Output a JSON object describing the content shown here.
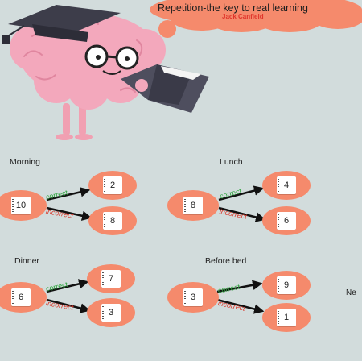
{
  "quote": {
    "text": "Repetition-the key to real  learning",
    "author": "Jack Canfield"
  },
  "colors": {
    "background": "#d2dcdc",
    "node": "#f58a6c",
    "correct": "#2aa33a",
    "incorrect": "#d8392c"
  },
  "edge_labels": {
    "correct": "correct",
    "incorrect": "incorrect"
  },
  "groups": [
    {
      "label": "Morning",
      "source": "10",
      "correct_target": "2",
      "incorrect_target": "8"
    },
    {
      "label": "Lunch",
      "source": "8",
      "correct_target": "4",
      "incorrect_target": "6"
    },
    {
      "label": "Dinner",
      "source": "6",
      "correct_target": "7",
      "incorrect_target": "3"
    },
    {
      "label": "Before bed",
      "source": "3",
      "correct_target": "9",
      "incorrect_target": "1"
    }
  ],
  "next_text": "Ne"
}
